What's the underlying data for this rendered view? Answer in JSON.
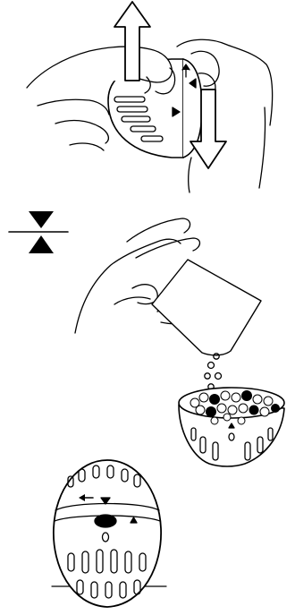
{
  "figure": {
    "kind": "instruction-illustration",
    "steps": [
      {
        "id": "open",
        "icons": [
          "up-arrow-icon",
          "down-arrow-icon",
          "hands-twisting-egg"
        ]
      },
      {
        "id": "fill",
        "icons": [
          "fill-line-icon",
          "pouring-hand",
          "pouring-pellets",
          "open-egg-half"
        ]
      },
      {
        "id": "close",
        "icons": [
          "closed-egg",
          "rotate-arrow-icon",
          "alignment-marker-icon"
        ]
      }
    ]
  },
  "colors": {
    "line": "#000000",
    "fill": "#ffffff"
  }
}
